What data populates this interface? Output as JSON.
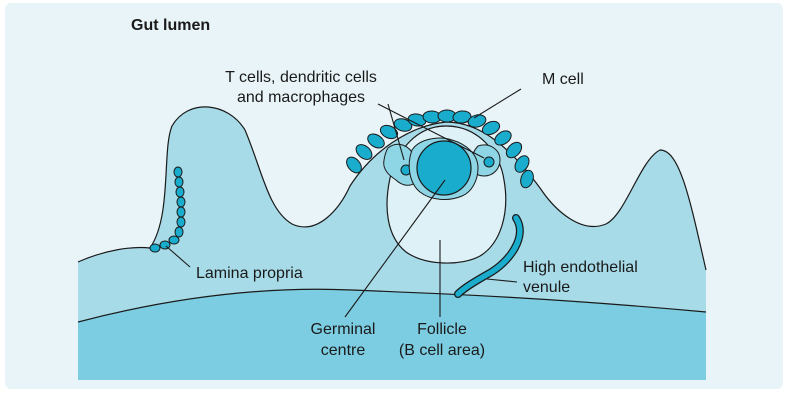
{
  "diagram": {
    "title": "Gut lumen",
    "labels": {
      "t_cells_line1": "T cells, dendritic cells",
      "t_cells_line2": "and macrophages",
      "m_cell": "M cell",
      "lamina_propria": "Lamina propria",
      "hev_line1": "High endothelial",
      "hev_line2": "venule",
      "germinal_line1": "Germinal",
      "germinal_line2": "centre",
      "follicle_line1": "Follicle",
      "follicle_line2": "(B cell area)"
    },
    "colors": {
      "background": "#e9f4f8",
      "tissue": "#a8dbe8",
      "deep_tissue": "#7ccde1",
      "epithelial_cell": "#1aaccd",
      "germinal_centre": "#1aaccd",
      "follicle": "#def1f6",
      "outline": "#1a1a1a"
    }
  }
}
